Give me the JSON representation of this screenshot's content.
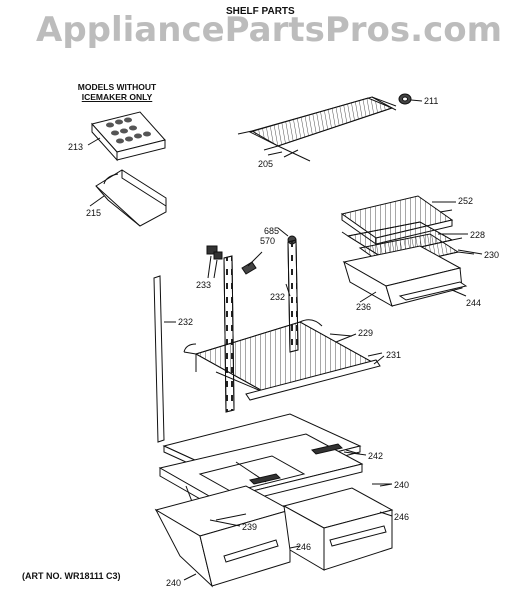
{
  "watermark": "AppliancePartsPros.com",
  "title": "SHELF PARTS",
  "note": {
    "line1": "MODELS WITHOUT",
    "line2": "ICEMAKER ONLY"
  },
  "art_number": "(ART NO. WR18111 C3)",
  "parts": {
    "p211": "211",
    "p205": "205",
    "p213": "213",
    "p215": "215",
    "p252": "252",
    "p228": "228",
    "p230": "230",
    "p236": "236",
    "p244": "244",
    "p570": "570",
    "p685": "685",
    "p233": "233",
    "p232a": "232",
    "p232b": "232",
    "p229": "229",
    "p231": "231",
    "p242": "242",
    "p240a": "240",
    "p240b": "240",
    "p246a": "246",
    "p246b": "246",
    "p239": "239"
  }
}
